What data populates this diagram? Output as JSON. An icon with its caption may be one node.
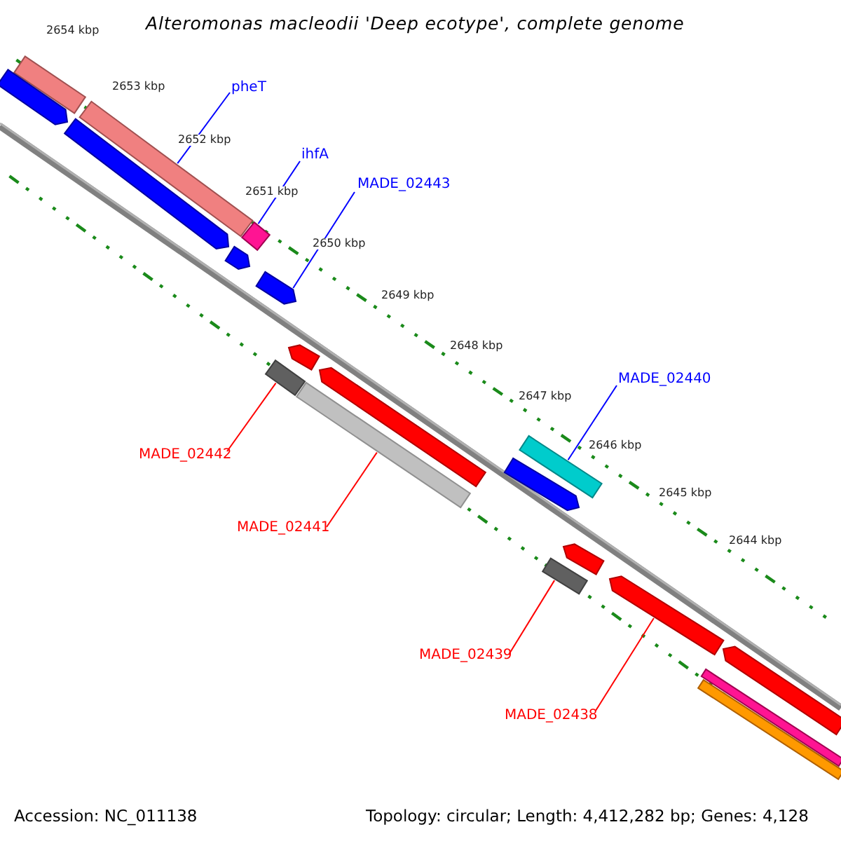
{
  "diagram": {
    "title": "Alteromonas macleodii 'Deep ecotype', complete genome",
    "nodes": [
      {
        "text": [
          "pheT"
        ]
      },
      {
        "text": [
          "ihfA"
        ]
      },
      {
        "text": [
          "MADE_02443"
        ]
      },
      {
        "text": [
          "MADE_02440"
        ]
      },
      {
        "text": [
          "MADE_02442"
        ]
      },
      {
        "text": [
          "MADE_02441"
        ]
      },
      {
        "text": [
          "MADE_02439"
        ]
      },
      {
        "text": [
          "MADE_02438"
        ]
      },
      {
        "text": [],
        "shape": "bar"
      },
      {
        "text": [],
        "shape": "bar"
      },
      {
        "text": [],
        "shape": "bar"
      },
      {
        "text": [],
        "shape": "arrow"
      },
      {
        "text": [],
        "shape": "arrow"
      },
      {
        "text": [],
        "shape": "arrow"
      },
      {
        "text": [],
        "shape": "arrow"
      },
      {
        "text": [],
        "shape": "arrow"
      },
      {
        "text": [],
        "shape": "arrow"
      },
      {
        "text": [],
        "shape": "bar"
      },
      {
        "text": [],
        "shape": "bar"
      },
      {
        "text": [],
        "shape": "bar"
      },
      {
        "text": [],
        "shape": "arrow"
      },
      {
        "text": [],
        "shape": "arrow"
      },
      {
        "text": [],
        "shape": "bar"
      },
      {
        "text": [],
        "shape": "arrow"
      },
      {
        "text": [],
        "shape": "arrow"
      },
      {
        "text": [],
        "shape": "bar"
      },
      {
        "text": [],
        "shape": "bar"
      }
    ],
    "edges": [
      {
        "from": 0,
        "to": 9,
        "arrow": "none"
      },
      {
        "from": 1,
        "to": 10,
        "arrow": "none"
      },
      {
        "from": 2,
        "to": 14,
        "arrow": "none"
      },
      {
        "from": 3,
        "to": 19,
        "arrow": "none"
      },
      {
        "from": 4,
        "to": 17,
        "arrow": "none",
        "color": "#ff0000"
      },
      {
        "from": 5,
        "to": 18,
        "arrow": "none",
        "color": "#ff0000"
      },
      {
        "from": 6,
        "to": 22,
        "arrow": "none",
        "color": "#ff0000"
      },
      {
        "from": 7,
        "to": 23,
        "arrow": "none",
        "color": "#ff0000"
      }
    ],
    "labels": [
      "2654 kbp",
      "2653 kbp",
      "2652 kbp",
      "2651 kbp",
      "2650 kbp",
      "2649 kbp",
      "2648 kbp",
      "2647 kbp",
      "2646 kbp",
      "2645 kbp",
      "2644 kbp",
      "Accession: NC_011138",
      "Topology: circular; Length: 4,412,282 bp; Genes: 4,128"
    ]
  }
}
